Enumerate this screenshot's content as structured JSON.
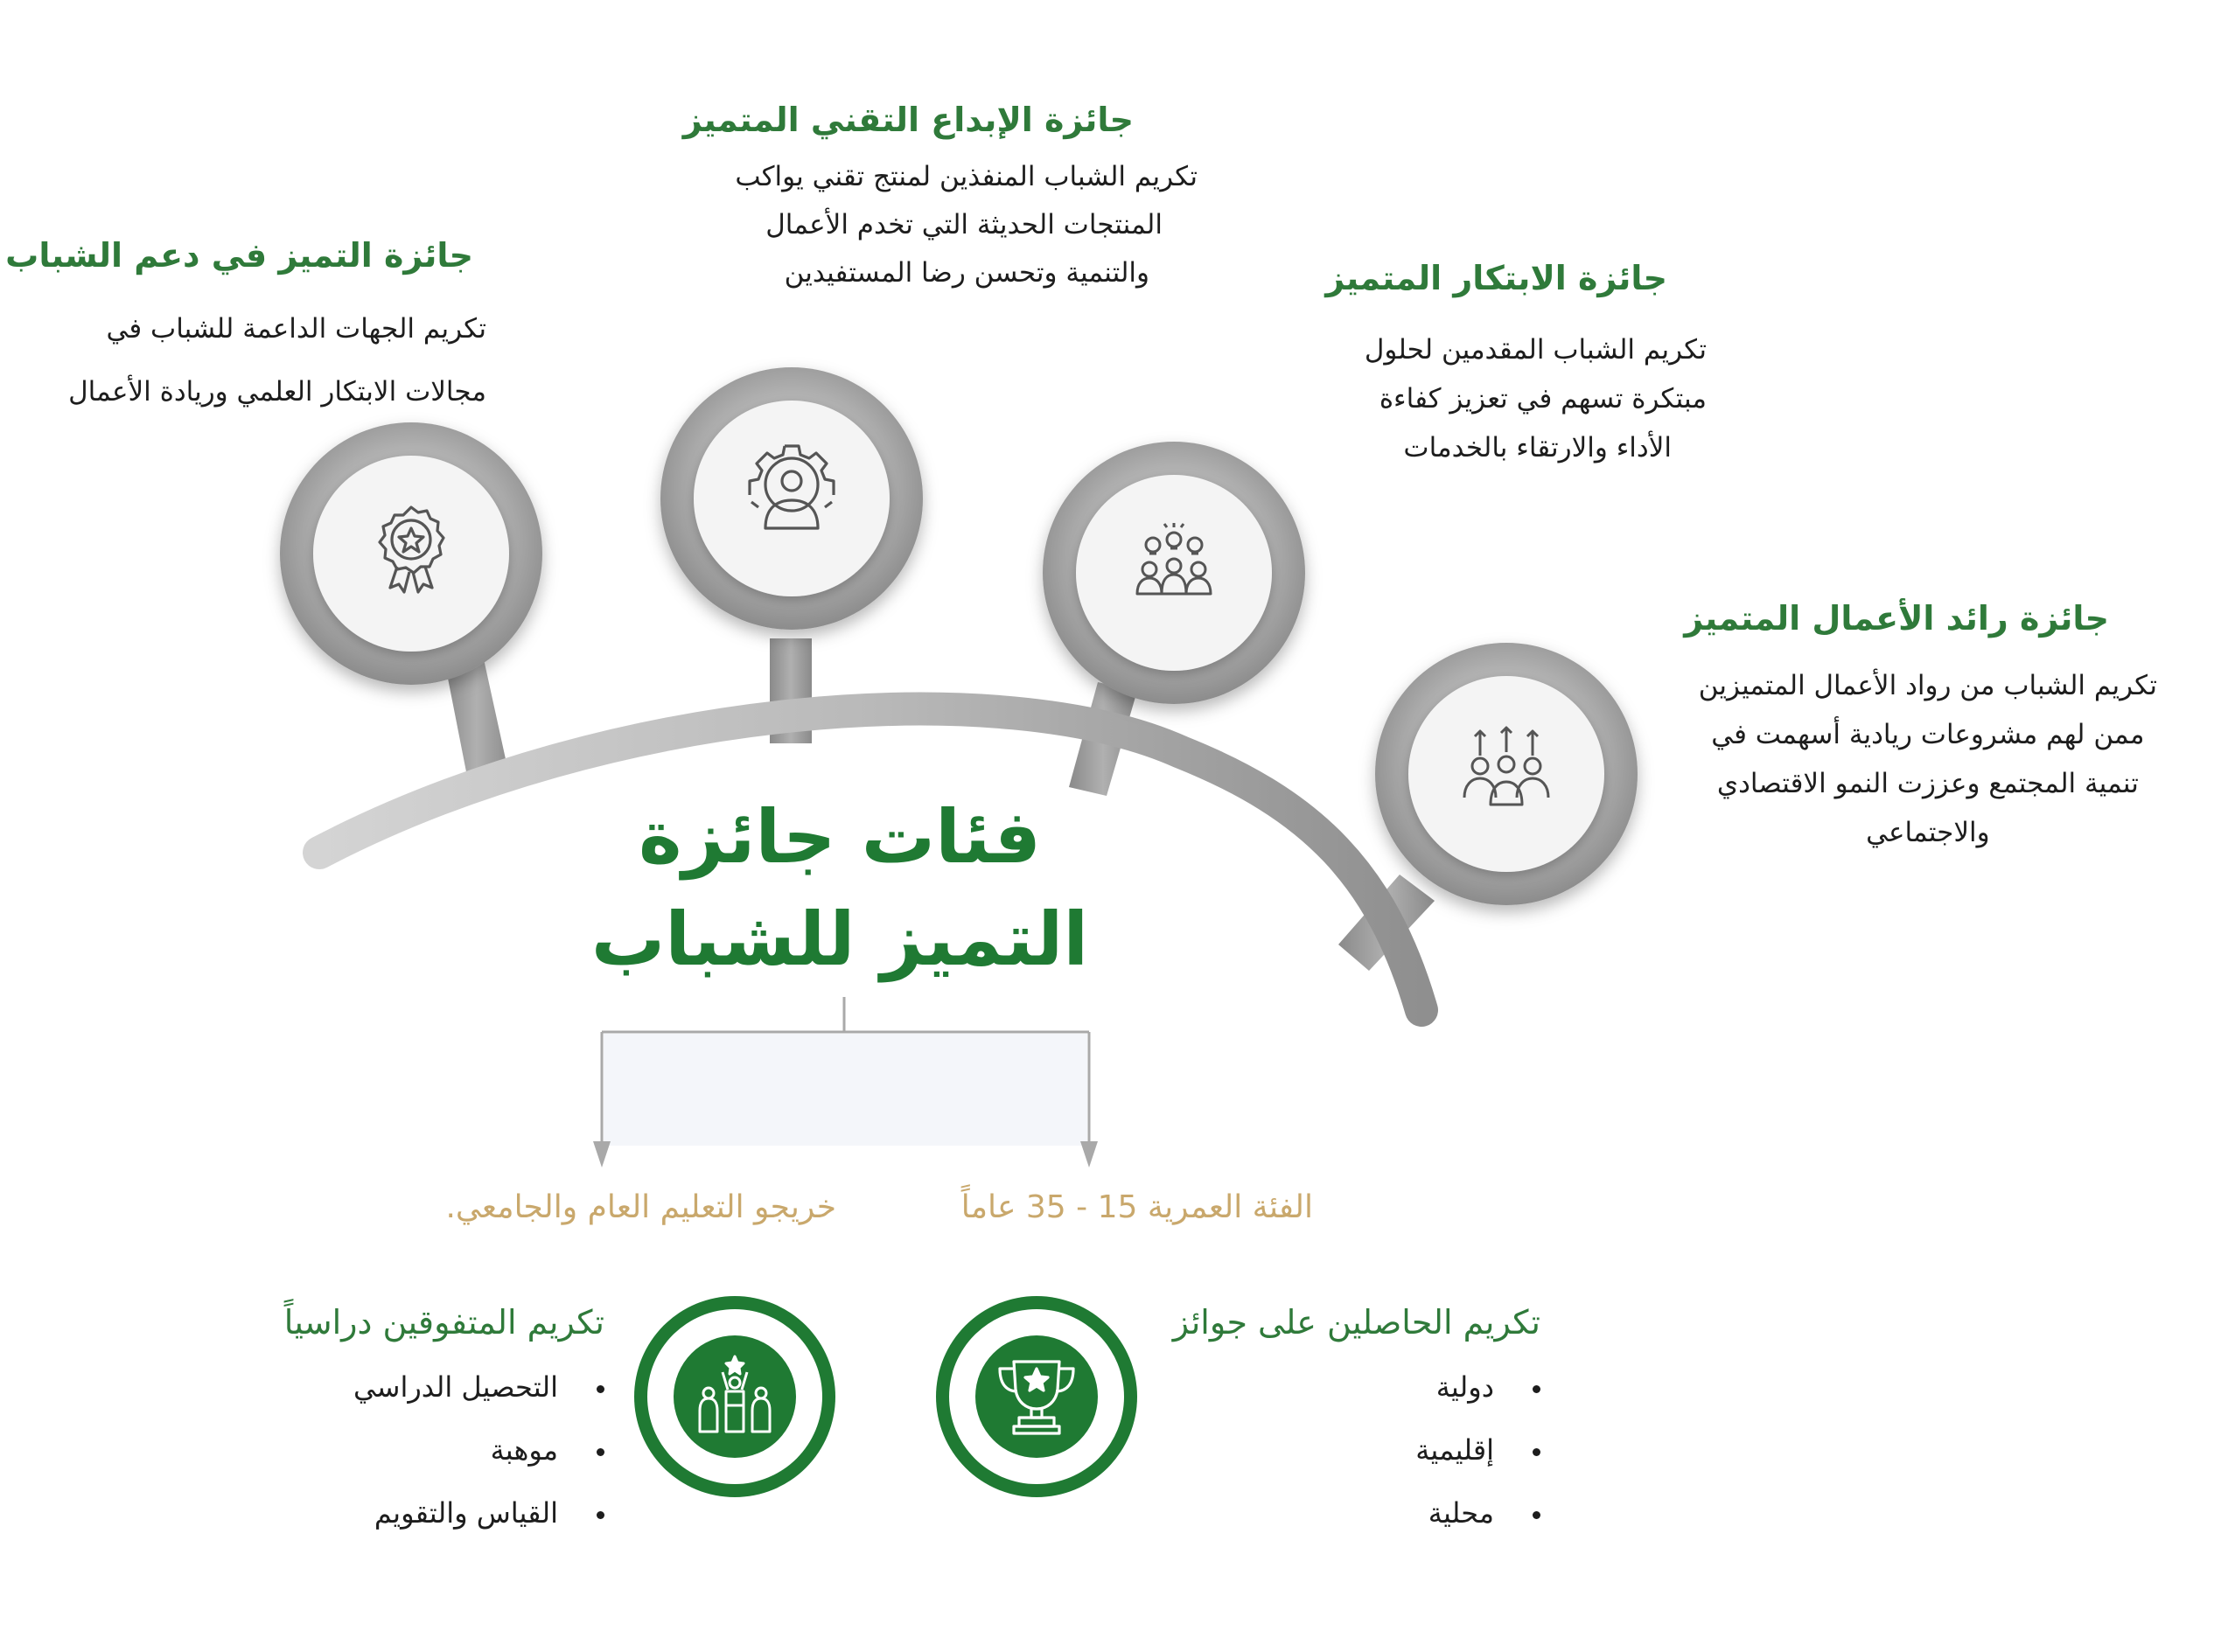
{
  "main_title": {
    "line1": "فئات جائزة",
    "line2": "التميز للشباب"
  },
  "awards": [
    {
      "title": "جائزة التميز في دعم الشباب",
      "desc": [
        "تكريم الجهات الداعمة للشباب في",
        "مجالات الابتكار العلمي وريادة الأعمال"
      ],
      "icon": "medal-star-icon"
    },
    {
      "title": "جائزة الإبداع التقني المتميز",
      "desc": [
        "تكريم الشباب المنفذين لمنتج تقني يواكب",
        "المنتجات الحديثة التي تخدم الأعمال",
        "والتنمية وتحسن رضا المستفيدين"
      ],
      "icon": "gear-person-icon"
    },
    {
      "title": "جائزة الابتكار المتميز",
      "desc": [
        "تكريم الشباب المقدمين لحلول",
        "مبتكرة تسهم في تعزيز كفاءة",
        "الأداء والارتقاء بالخدمات"
      ],
      "icon": "group-ideas-icon"
    },
    {
      "title": "جائزة رائد الأعمال المتميز",
      "desc": [
        "تكريم الشباب من رواد الأعمال المتميزين",
        "ممن لهم مشروعات ريادية أسهمت في",
        "تنمية المجتمع وعززت النمو الاقتصادي",
        "والاجتماعي"
      ],
      "icon": "group-growth-icon"
    }
  ],
  "eligibility": {
    "age": "الفئة العمرية 15 - 35 عاماً",
    "graduates": "خريجو التعليم العام والجامعي."
  },
  "honors": [
    {
      "title": "تكريم الحاصلين على جوائز",
      "items": [
        "دولية",
        "إقليمية",
        "محلية"
      ],
      "icon": "trophy-icon"
    },
    {
      "title": "تكريم المتفوقين دراسياً",
      "items": [
        "التحصيل الدراسي",
        "موهبة",
        "القياس والتقويم"
      ],
      "icon": "podium-winners-icon"
    }
  ],
  "colors": {
    "green": "#1f7a33",
    "title_green": "#2f7a3a",
    "gold": "#c9a86c",
    "grey_ring": "#9a9a9a",
    "inner_circle": "#f4f4f4"
  }
}
